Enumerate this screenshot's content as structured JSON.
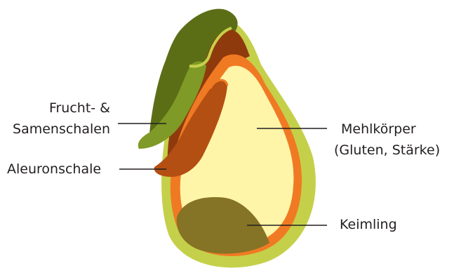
{
  "diagram": {
    "labels": {
      "pericarp_line1": "Frucht- &",
      "pericarp_line2": "Samenschalen",
      "aleurone": "Aleuronschale",
      "endosperm_line1": "Mehlkörper",
      "endosperm_line2": "(Gluten, Stärke)",
      "germ": "Keimling"
    },
    "colors": {
      "outer_skin": "#c5d04a",
      "pericarp_dark": "#5b6e16",
      "pericarp_mid": "#7f9a26",
      "seed_coat": "#8f3a0d",
      "aleurone": "#b34f12",
      "aleurone_edge": "#f07a23",
      "endosperm": "#fff5a8",
      "germ": "#857326",
      "leader_line": "#231f20"
    }
  }
}
